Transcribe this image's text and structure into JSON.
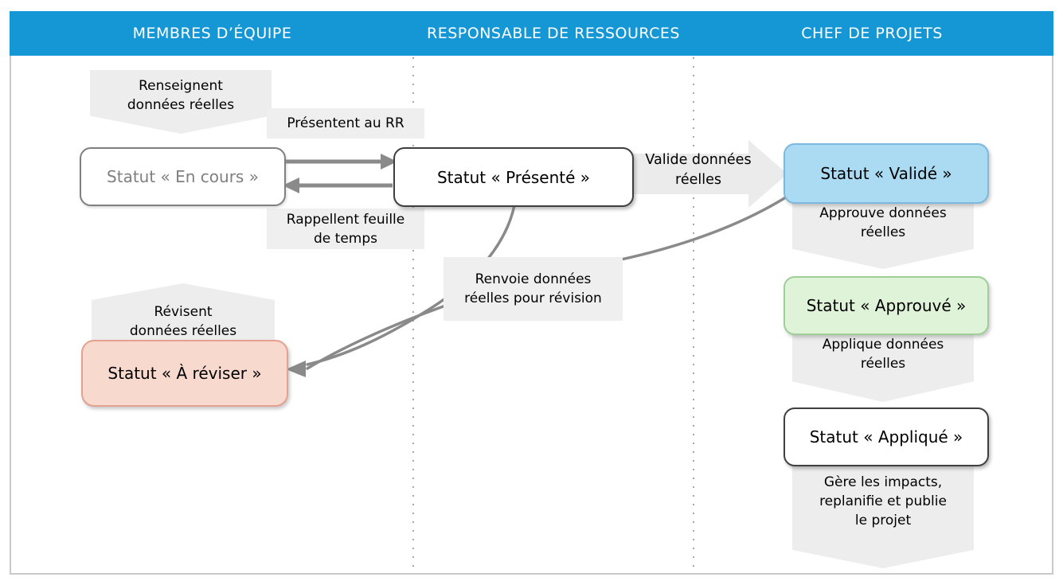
{
  "header": {
    "lanes": [
      {
        "label": "MEMBRES D’ÉQUIPE"
      },
      {
        "label": "RESPONSABLE DE RESSOURCES"
      },
      {
        "label": "CHEF DE PROJETS"
      }
    ]
  },
  "team": {
    "action_fill": "Renseignent\ndonnées réelles",
    "label_present": "Présentent au RR",
    "status_en_cours": "Statut « En cours »",
    "label_recall": "Rappellent feuille\nde temps",
    "action_revise": "Révisent\ndonnées réelles",
    "status_a_reviser": "Statut « À réviser »"
  },
  "resource_manager": {
    "status_presente": "Statut « Présenté »",
    "arrow_validate": "Valide données\nréelles",
    "label_return": "Renvoie données\nréelles pour révision"
  },
  "project_manager": {
    "status_valide": "Statut « Validé »",
    "action_approve": "Approuve données\nréelles",
    "status_approuve": "Statut « Approuvé »",
    "action_apply": "Applique données\nréelles",
    "status_applique": "Statut « Appliqué »",
    "action_manage": "Gère les impacts,\nreplanifie et publie\nle projet"
  },
  "colors": {
    "header_bg": "#1697D5",
    "header_text": "#FFFFFF",
    "shape_gray": "#EDEDED",
    "arrow_gray": "#8A8A8A",
    "frame_border": "#C9C9C9",
    "status_en_cours_border": "#7F7F7F",
    "status_dark_border": "#3F3F3F",
    "status_a_reviser_fill": "#F8D9CE",
    "status_a_reviser_border": "#E5A091",
    "status_valide_fill": "#ABDAF3",
    "status_valide_border": "#7CB9DE",
    "status_approuve_fill": "#DFF3D8",
    "status_approuve_border": "#9DCF97"
  }
}
